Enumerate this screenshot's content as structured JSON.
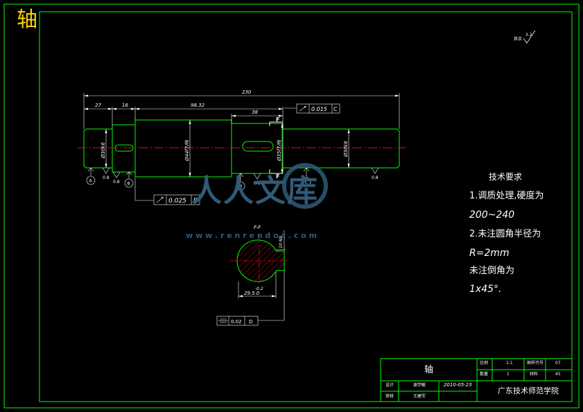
{
  "drawing": {
    "title_big": "轴",
    "surface_roughness": "其余",
    "roughness_value": "3.2"
  },
  "dims": {
    "overall_length": "230",
    "d1": "27",
    "d2": "16",
    "d3": "98.32",
    "d4": "38",
    "dia1": "Ø30k6",
    "dia2": "Ø44f7/f6",
    "dia3": "Ø35f7/f6",
    "dia4": "Ø30k6",
    "roughness_a": "0.8",
    "roughness_b": "0.8",
    "roughness_d": "0.8",
    "roughness_c": "0.8"
  },
  "datums": {
    "a": "A",
    "b": "B",
    "c": "C",
    "d": "D"
  },
  "tolerances": {
    "runout_top_value": "0.015",
    "runout_top_datum": "C",
    "runout_bottom_value": "0.025",
    "runout_bottom_datum": "B",
    "sym_value": "0.02",
    "sym_datum": "D"
  },
  "section": {
    "label": "F-F",
    "section_marker": "F",
    "dim_width": "29.5 0",
    "dim_tol": "-0.2",
    "dim_keyway": "10 N9"
  },
  "requirements": {
    "heading": "技术要求",
    "line1": "1.调质处理,硬度为",
    "line2": "200~240",
    "line3": "2.未注圆角半径为",
    "line4": "R=2mm",
    "line5": "未注倒角为",
    "line6": "1x45°."
  },
  "title_block": {
    "part_name": "轴",
    "scale_label": "比例",
    "scale_value": "1:1",
    "drawing_no_label": "图样代号",
    "drawing_no_value": "07",
    "qty_label": "数量",
    "qty_value": "1",
    "material_label": "材料",
    "material_value": "45",
    "designer_label": "设计",
    "designer_name": "谢学敏",
    "date": "2010-05-23",
    "reviewer_label": "审核",
    "reviewer_name": "王建军",
    "school": "广东技术师范学院"
  },
  "watermark": {
    "text": "人人文库",
    "url": "w w w . r e n r e n d o c . c o m"
  },
  "colors": {
    "background": "#000000",
    "border": "#00ff00",
    "outline": "#00ff00",
    "dimension": "#ffffff",
    "centerline": "#ff0000",
    "title": "#ffd400"
  }
}
